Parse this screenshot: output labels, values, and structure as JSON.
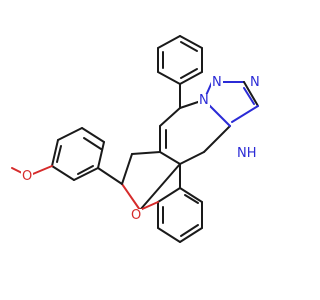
{
  "molecule": {
    "atoms": {
      "n_triazole_top": "N",
      "n_triazole_right": "N",
      "n_triazole_bridge": "N",
      "nh_label": "NH",
      "o_ring": "O",
      "o_methoxy": "O"
    }
  },
  "colors": {
    "bond": "#1a1a1a",
    "nitrogen": "#2b2bd6",
    "oxygen": "#d62b2b",
    "background": "#ffffff"
  }
}
